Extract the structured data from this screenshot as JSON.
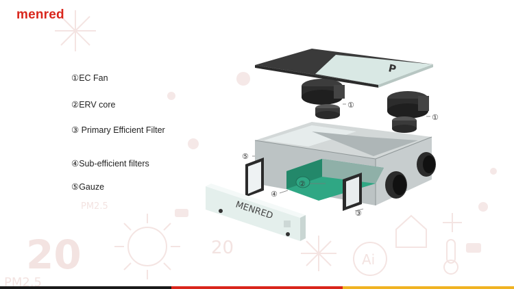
{
  "brand": {
    "logo_text": "menred",
    "panel_text": "MENRED",
    "accent_color": "#d9261c"
  },
  "legend": [
    {
      "label": "①EC Fan"
    },
    {
      "label": "②ERV core"
    },
    {
      "label": "③ Primary Efficient Filter"
    },
    {
      "label": "④Sub-efficient filters"
    },
    {
      "label": "⑤Gauze"
    }
  ],
  "callouts": {
    "fan_left": "①",
    "fan_right": "①",
    "core": "②",
    "primary_filter": "③",
    "sub_filter": "④",
    "gauze": "⑤"
  },
  "background": {
    "watermark_number": "20",
    "watermark_pm": "PM2.5",
    "watermark_ai": "Ai"
  },
  "colors": {
    "core_teal": "#2fa784",
    "bar_black": "#1a1a1a",
    "bar_red": "#d9261c",
    "bar_gold": "#f0b323"
  }
}
